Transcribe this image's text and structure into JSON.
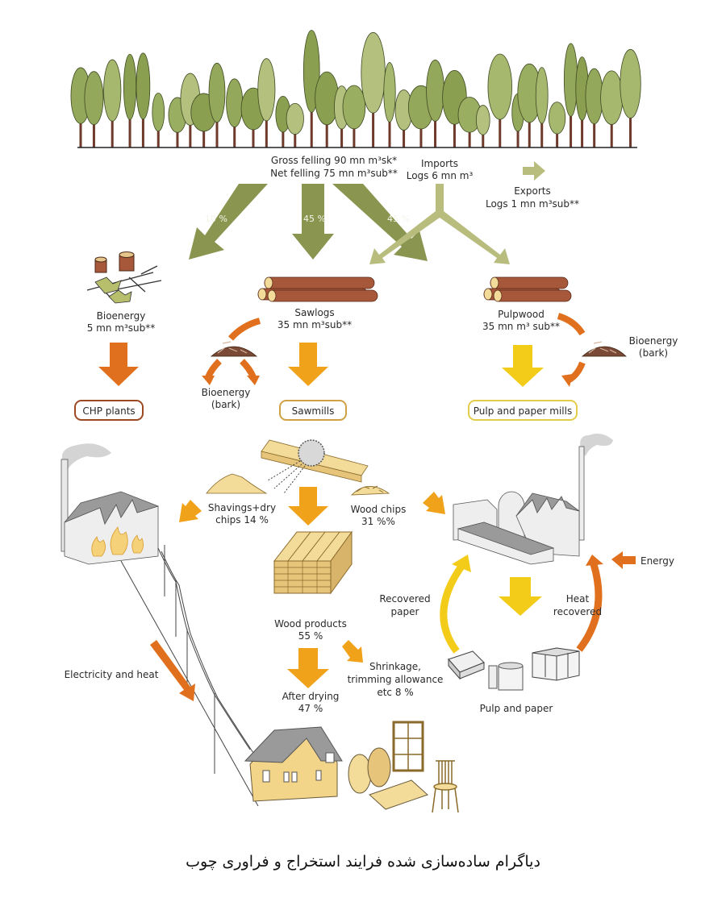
{
  "colors": {
    "forest_green": "#8a9550",
    "import_green": "#b8bd7e",
    "orange": "#e0701e",
    "amber": "#f0a21a",
    "yellow": "#f3cc1a",
    "log_brown": "#a8583a",
    "wood_light": "#f3dc9a"
  },
  "felling": {
    "gross": "Gross felling 90 mn m³sk*",
    "net": "Net felling 75 mn m³sub**",
    "split_left": "10 %",
    "split_center": "45 %",
    "split_right": "45 %"
  },
  "imports": {
    "line1": "Imports",
    "line2": "Logs 6 mn m³"
  },
  "exports": {
    "line1": "Exports",
    "line2": "Logs 1 mn m³sub**"
  },
  "bioenergy_residue": {
    "line1": "Bioenergy",
    "line2": "5 mn m³sub**"
  },
  "sawlogs": {
    "line1": "Sawlogs",
    "line2": "35 mn m³sub**"
  },
  "pulpwood": {
    "line1": "Pulpwood",
    "line2": "35 mn m³ sub**"
  },
  "bark_left": {
    "line1": "Bioenergy",
    "line2": "(bark)"
  },
  "bark_right": {
    "line1": "Bioenergy",
    "line2": "(bark)"
  },
  "destinations": {
    "chp": "CHP plants",
    "sawmills": "Sawmills",
    "pulp_mills": "Pulp and paper mills"
  },
  "sawmill_outputs": {
    "shavings_line1": "Shavings+dry",
    "shavings_line2": "chips 14 %",
    "chips_line1": "Wood chips",
    "chips_line2": "31 %%",
    "products_line1": "Wood products",
    "products_line2": "55 %",
    "shrink_line1": "Shrinkage,",
    "shrink_line2": "trimming allowance",
    "shrink_line3": "etc 8 %",
    "drying_line1": "After drying",
    "drying_line2": "47 %"
  },
  "paper_cycle": {
    "recovered_line1": "Recovered",
    "recovered_line2": "paper",
    "heat_line1": "Heat",
    "heat_line2": "recovered",
    "energy": "Energy",
    "product": "Pulp and paper"
  },
  "electricity": "Electricity and heat",
  "caption": "دیاگرام ساده‌سازی شده فرایند استخراج و فراوری چوب"
}
